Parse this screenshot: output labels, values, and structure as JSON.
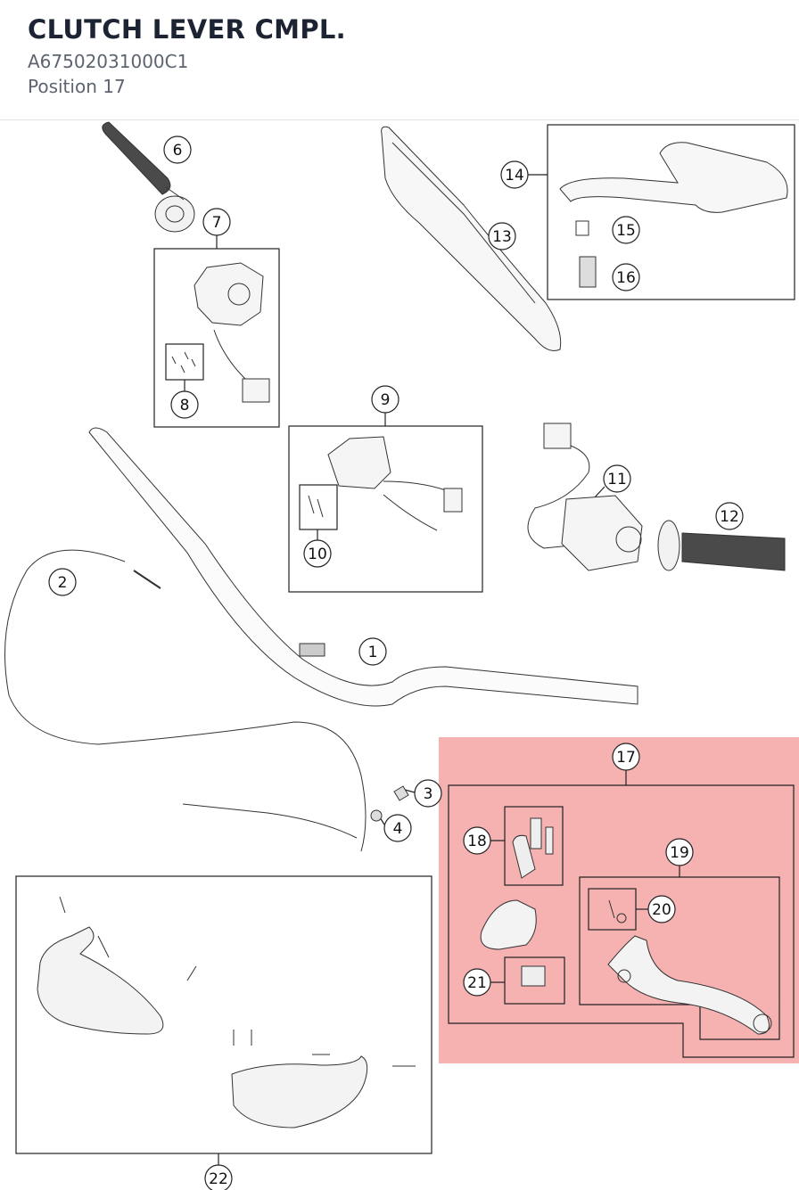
{
  "header": {
    "title": "CLUTCH LEVER CMPL.",
    "part_number": "A67502031000C1",
    "position": "Position 17"
  },
  "highlight": {
    "color": "#f5a3a3",
    "selected_position": "17"
  },
  "callouts": [
    {
      "id": "c1",
      "label": "1"
    },
    {
      "id": "c2",
      "label": "2"
    },
    {
      "id": "c3",
      "label": "3"
    },
    {
      "id": "c4",
      "label": "4"
    },
    {
      "id": "c6",
      "label": "6"
    },
    {
      "id": "c7",
      "label": "7"
    },
    {
      "id": "c8",
      "label": "8"
    },
    {
      "id": "c9",
      "label": "9"
    },
    {
      "id": "c10",
      "label": "10"
    },
    {
      "id": "c11",
      "label": "11"
    },
    {
      "id": "c12",
      "label": "12"
    },
    {
      "id": "c13",
      "label": "13"
    },
    {
      "id": "c14",
      "label": "14"
    },
    {
      "id": "c15",
      "label": "15"
    },
    {
      "id": "c16",
      "label": "16"
    },
    {
      "id": "c17",
      "label": "17"
    },
    {
      "id": "c18",
      "label": "18"
    },
    {
      "id": "c19",
      "label": "19"
    },
    {
      "id": "c20",
      "label": "20"
    },
    {
      "id": "c21",
      "label": "21"
    },
    {
      "id": "c22",
      "label": "22"
    }
  ]
}
